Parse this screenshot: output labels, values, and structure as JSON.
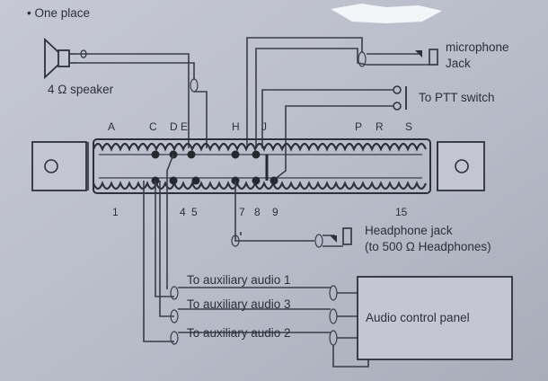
{
  "note": "• One place",
  "speaker": {
    "label": "4 Ω speaker"
  },
  "microphone_jack": {
    "line1": "microphone",
    "line2": "Jack"
  },
  "ptt_switch": {
    "label": "To PTT switch"
  },
  "terminal_strip": {
    "top_letters": [
      "A",
      "C",
      "D",
      "E",
      "H",
      "J",
      "P",
      "R",
      "S"
    ],
    "bottom_numbers": [
      "1",
      "4",
      "5",
      "7",
      "8",
      "9",
      "15"
    ]
  },
  "headphone_jack": {
    "line1": "Headphone jack",
    "line2": "(to 500 Ω Headphones)"
  },
  "aux_labels": [
    "To auxiliary audio 1",
    "To auxiliary audio 3",
    "To auxiliary audio 2"
  ],
  "audio_control_panel": {
    "label": "Audio control panel"
  },
  "colors": {
    "paper": "#b9bdca",
    "ink": "#2c2f3a"
  }
}
